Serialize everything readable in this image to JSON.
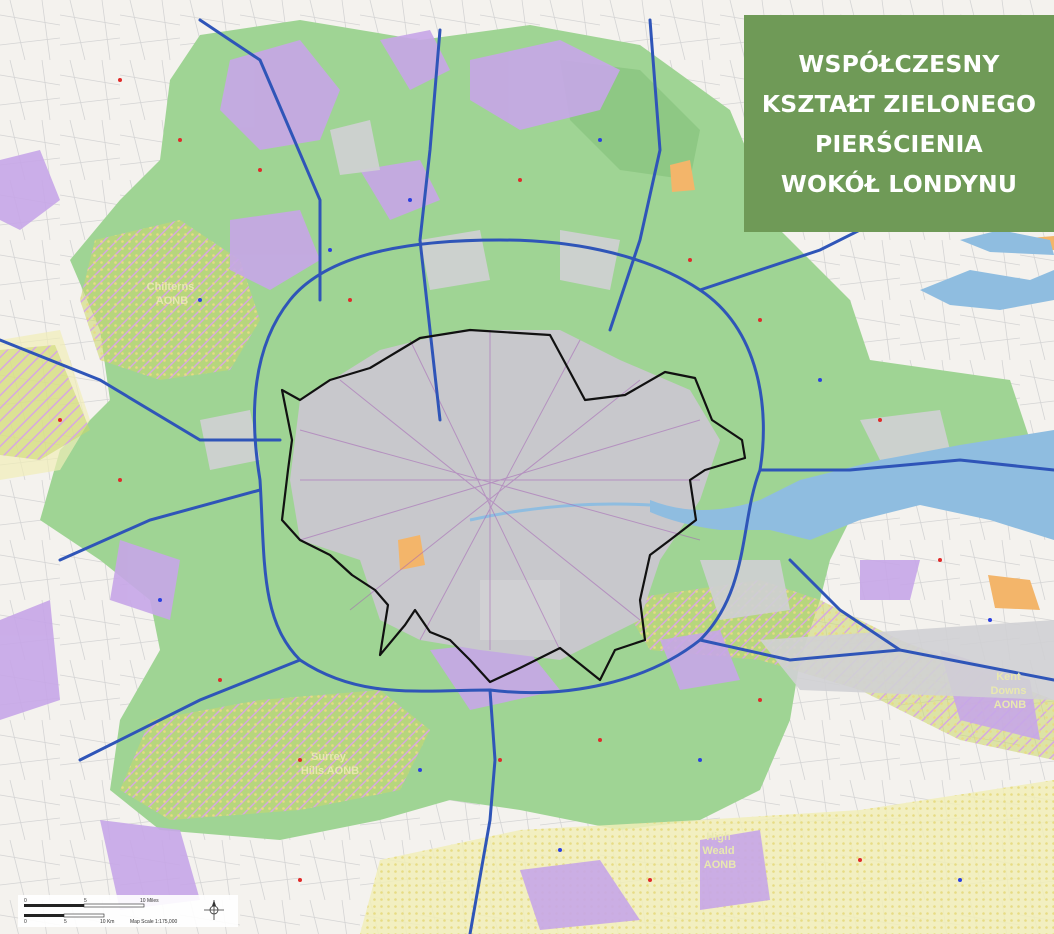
{
  "title_lines": [
    "WSPÓŁCZESNY",
    "KSZTAŁT ZIELONEGO",
    "PIERŚCIENIA",
    "WOKÓŁ LONDYNU"
  ],
  "aonb_labels": {
    "chilterns": [
      "Chilterns",
      "AONB"
    ],
    "surrey_hills": [
      "Surrey",
      "Hills AONB"
    ],
    "kent_downs": [
      "Kent",
      "Downs",
      "AONB"
    ],
    "high_weald": [
      "High",
      "Weald",
      "AONB"
    ]
  },
  "scale_bar": {
    "ticks": [
      "0",
      "5",
      "10 Miles"
    ],
    "ticks_km": [
      "0",
      "5",
      "10 Km"
    ],
    "scale_text": "Map Scale 1:175,000"
  },
  "colors": {
    "green_belt": "#9fd494",
    "urban": "#c8c8cc",
    "aonb": "#c7a6e8",
    "motorway": "#2f55b8",
    "thames": "#8fbde0",
    "title_bg": "#6f9a57",
    "boundary": "#111111"
  },
  "icons": [
    "compass-icon"
  ]
}
